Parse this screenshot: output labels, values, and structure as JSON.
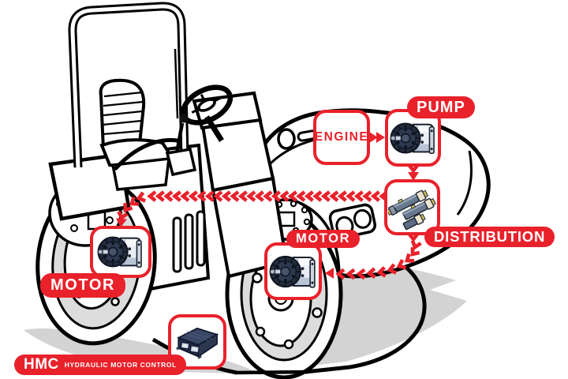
{
  "colors": {
    "accent": "#E8212B",
    "line": "#000000",
    "paper": "#FFFFFF",
    "shadow": "#D3D3D3",
    "drumgray": "#DCDCDC",
    "flangenavy": "#232C3C",
    "steellight": "#E9EDF4",
    "steelshade": "#B9C4D6",
    "valveslate": "#67788F",
    "valvecream": "#ECE4D0",
    "valvebrass": "#CDBD57",
    "ecunavy": "#2A3450"
  },
  "diagram": {
    "illustration": "tandem-road-roller",
    "nodes": {
      "engine": {
        "label": "ENGINE"
      },
      "pump": {
        "label": "PUMP",
        "icon": "gear-pump"
      },
      "distribution": {
        "label": "DISTRIBUTION",
        "icon": "valve-block"
      },
      "motor_rear": {
        "label": "MOTOR",
        "icon": "hydraulic-motor"
      },
      "motor_front": {
        "label": "MOTOR",
        "icon": "hydraulic-motor"
      },
      "hmc": {
        "label": "HMC",
        "sublabel": "HYDRAULIC MOTOR CONTROL",
        "icon": "control-unit"
      }
    },
    "connections": [
      {
        "from": "engine",
        "to": "pump",
        "style": "solid-arrow"
      },
      {
        "from": "pump",
        "to": "distribution",
        "style": "dashed-chevron"
      },
      {
        "from": "distribution",
        "to": "motor_front",
        "style": "dashed-chevron"
      },
      {
        "from": "distribution",
        "to": "motor_rear",
        "style": "dashed-chevron"
      }
    ]
  }
}
